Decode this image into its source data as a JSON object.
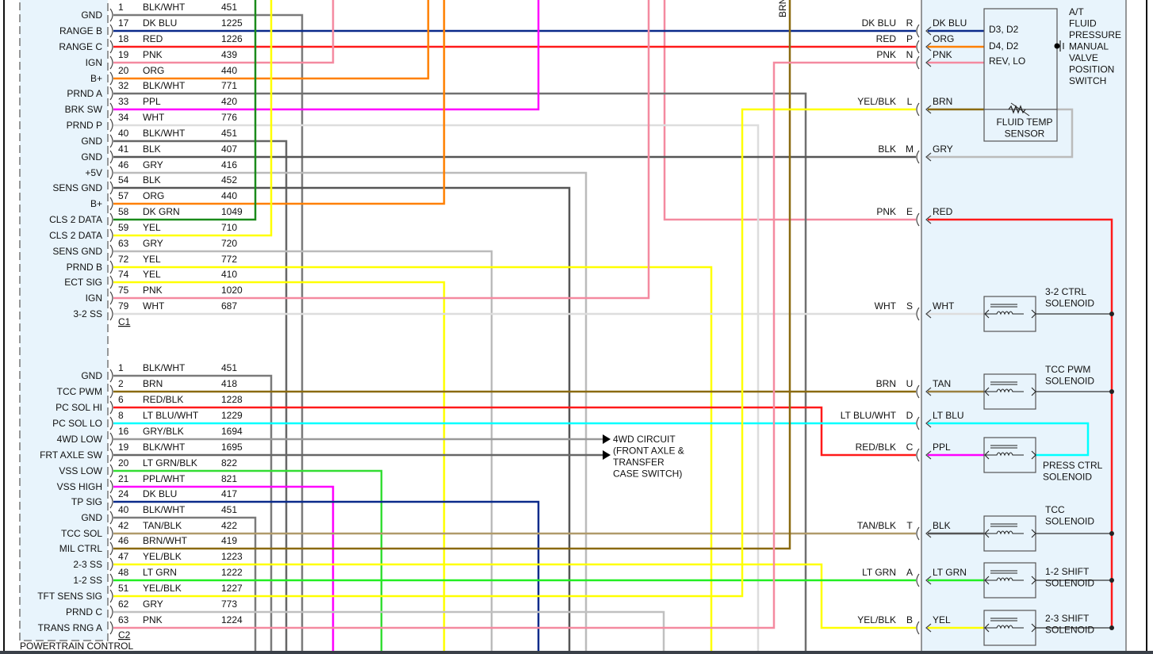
{
  "module": {
    "title": "POWERTRAIN CONTROL",
    "c1_label": "C1",
    "c2_label": "C2"
  },
  "c1": [
    {
      "func": "GND",
      "pin": "1",
      "color": "BLK/WHT",
      "circuit": "451",
      "hex": "#7a7a7a"
    },
    {
      "func": "RANGE B",
      "pin": "17",
      "color": "DK BLU",
      "circuit": "1225",
      "hex": "#0a2a8a"
    },
    {
      "func": "RANGE C",
      "pin": "18",
      "color": "RED",
      "circuit": "1226",
      "hex": "#ff1a1a"
    },
    {
      "func": "IGN",
      "pin": "19",
      "color": "PNK",
      "circuit": "439",
      "hex": "#f48aa0"
    },
    {
      "func": "B+",
      "pin": "20",
      "color": "ORG",
      "circuit": "440",
      "hex": "#ff8000"
    },
    {
      "func": "PRND A",
      "pin": "32",
      "color": "BLK/WHT",
      "circuit": "771",
      "hex": "#707070"
    },
    {
      "func": "BRK SW",
      "pin": "33",
      "color": "PPL",
      "circuit": "420",
      "hex": "#ff00ff"
    },
    {
      "func": "PRND P",
      "pin": "34",
      "color": "WHT",
      "circuit": "776",
      "hex": "#dddddd"
    },
    {
      "func": "GND",
      "pin": "40",
      "color": "BLK/WHT",
      "circuit": "451",
      "hex": "#666666"
    },
    {
      "func": "GND",
      "pin": "41",
      "color": "BLK",
      "circuit": "407",
      "hex": "#555555"
    },
    {
      "func": "+5V",
      "pin": "46",
      "color": "GRY",
      "circuit": "416",
      "hex": "#bbbbbb"
    },
    {
      "func": "SENS GND",
      "pin": "54",
      "color": "BLK",
      "circuit": "452",
      "hex": "#555555"
    },
    {
      "func": "B+",
      "pin": "57",
      "color": "ORG",
      "circuit": "440",
      "hex": "#ff8000"
    },
    {
      "func": "CLS 2 DATA",
      "pin": "58",
      "color": "DK GRN",
      "circuit": "1049",
      "hex": "#1a8a1a"
    },
    {
      "func": "CLS 2 DATA",
      "pin": "59",
      "color": "YEL",
      "circuit": "710",
      "hex": "#ffff00"
    },
    {
      "func": "SENS GND",
      "pin": "63",
      "color": "GRY",
      "circuit": "720",
      "hex": "#bbbbbb"
    },
    {
      "func": "PRND B",
      "pin": "72",
      "color": "YEL",
      "circuit": "772",
      "hex": "#ffff00"
    },
    {
      "func": "ECT SIG",
      "pin": "74",
      "color": "YEL",
      "circuit": "410",
      "hex": "#ffff00"
    },
    {
      "func": "IGN",
      "pin": "75",
      "color": "PNK",
      "circuit": "1020",
      "hex": "#f48aa0"
    },
    {
      "func": "3-2 SS",
      "pin": "79",
      "color": "WHT",
      "circuit": "687",
      "hex": "#dddddd"
    }
  ],
  "c2": [
    {
      "func": "GND",
      "pin": "1",
      "color": "BLK/WHT",
      "circuit": "451",
      "hex": "#7a7a7a"
    },
    {
      "func": "TCC PWM",
      "pin": "2",
      "color": "BRN",
      "circuit": "418",
      "hex": "#8a6a10"
    },
    {
      "func": "PC SOL HI",
      "pin": "6",
      "color": "RED/BLK",
      "circuit": "1228",
      "hex": "#ff1a1a"
    },
    {
      "func": "PC SOL LO",
      "pin": "8",
      "color": "LT BLU/WHT",
      "circuit": "1229",
      "hex": "#00ffff"
    },
    {
      "func": "4WD LOW",
      "pin": "16",
      "color": "GRY/BLK",
      "circuit": "1694",
      "hex": "#999999"
    },
    {
      "func": "FRT AXLE SW",
      "pin": "19",
      "color": "BLK/WHT",
      "circuit": "1695",
      "hex": "#666666"
    },
    {
      "func": "VSS LOW",
      "pin": "20",
      "color": "LT GRN/BLK",
      "circuit": "822",
      "hex": "#33dd33"
    },
    {
      "func": "VSS HIGH",
      "pin": "21",
      "color": "PPL/WHT",
      "circuit": "821",
      "hex": "#ff00ff"
    },
    {
      "func": "TP SIG",
      "pin": "24",
      "color": "DK BLU",
      "circuit": "417",
      "hex": "#0a2a8a"
    },
    {
      "func": "GND",
      "pin": "40",
      "color": "BLK/WHT",
      "circuit": "451",
      "hex": "#7a7a7a"
    },
    {
      "func": "TCC SOL",
      "pin": "42",
      "color": "TAN/BLK",
      "circuit": "422",
      "hex": "#b09a6a"
    },
    {
      "func": "MIL CTRL",
      "pin": "46",
      "color": "BRN/WHT",
      "circuit": "419",
      "hex": "#8a6a10"
    },
    {
      "func": "2-3 SS",
      "pin": "47",
      "color": "YEL/BLK",
      "circuit": "1223",
      "hex": "#ffff00"
    },
    {
      "func": "1-2 SS",
      "pin": "48",
      "color": "LT GRN",
      "circuit": "1222",
      "hex": "#22ee22"
    },
    {
      "func": "TFT SENS SIG",
      "pin": "51",
      "color": "YEL/BLK",
      "circuit": "1227",
      "hex": "#ffff00"
    },
    {
      "func": "PRND C",
      "pin": "62",
      "color": "GRY",
      "circuit": "773",
      "hex": "#c0c0c0"
    },
    {
      "func": "TRANS RNG A",
      "pin": "63",
      "color": "PNK",
      "circuit": "1224",
      "hex": "#f48aa0"
    }
  ],
  "extra_wire": {
    "label": "BRN",
    "hex": "#f48aa0"
  },
  "fourwd_note": "4WD CIRCUIT\n(FRONT AXLE &\nTRANSFER\nCASE SWITCH)",
  "trans_connector": [
    {
      "pin": "R",
      "harness": "DK BLU",
      "internal": "DK BLU",
      "hex": "#0a2a8a"
    },
    {
      "pin": "P",
      "harness": "RED",
      "internal": "ORG",
      "hex": "#ff8000"
    },
    {
      "pin": "N",
      "harness": "PNK",
      "internal": "PNK",
      "hex": "#f48aa0"
    },
    {
      "pin": "L",
      "harness": "YEL/BLK",
      "internal": "BRN",
      "hex": "#8a6a10"
    },
    {
      "pin": "M",
      "harness": "BLK",
      "internal": "GRY",
      "hex": "#bbbbbb"
    },
    {
      "pin": "E",
      "harness": "PNK",
      "internal": "RED",
      "hex": "#ff1a1a"
    },
    {
      "pin": "S",
      "harness": "WHT",
      "internal": "WHT",
      "hex": "#dddddd"
    },
    {
      "pin": "U",
      "harness": "BRN",
      "internal": "TAN",
      "hex": "#9a8040"
    },
    {
      "pin": "D",
      "harness": "LT BLU/WHT",
      "internal": "LT BLU",
      "hex": "#00ffff"
    },
    {
      "pin": "C",
      "harness": "RED/BLK",
      "internal": "PPL",
      "hex": "#ff00ff"
    },
    {
      "pin": "T",
      "harness": "TAN/BLK",
      "internal": "BLK",
      "hex": "#555555"
    },
    {
      "pin": "A",
      "harness": "LT GRN",
      "internal": "LT GRN",
      "hex": "#22ee22"
    },
    {
      "pin": "B",
      "harness": "YEL/BLK",
      "internal": "YEL",
      "hex": "#ffff00"
    }
  ],
  "switch": {
    "title": "A/T\nFLUID\nPRESSURE\nMANUAL\nVALVE\nPOSITION\nSWITCH",
    "contacts": [
      "D3, D2",
      "D4, D2",
      "REV, LO"
    ],
    "sensor": "FLUID TEMP\nSENSOR"
  },
  "solenoids": [
    {
      "name": "3-2 CTRL\nSOLENOID"
    },
    {
      "name": "TCC PWM\nSOLENOID"
    },
    {
      "name": "PRESS CTRL\nSOLENOID"
    },
    {
      "name": "TCC\nSOLENOID"
    },
    {
      "name": "1-2 SHIFT\nSOLENOID"
    },
    {
      "name": "2-3 SHIFT\nSOLENOID"
    }
  ],
  "colors": {
    "module_fill": "#e8f4fc",
    "trans_fill": "#e8f4fc",
    "ground_feed": "#ff1a1a",
    "bottom_bar": "#3a4048"
  }
}
